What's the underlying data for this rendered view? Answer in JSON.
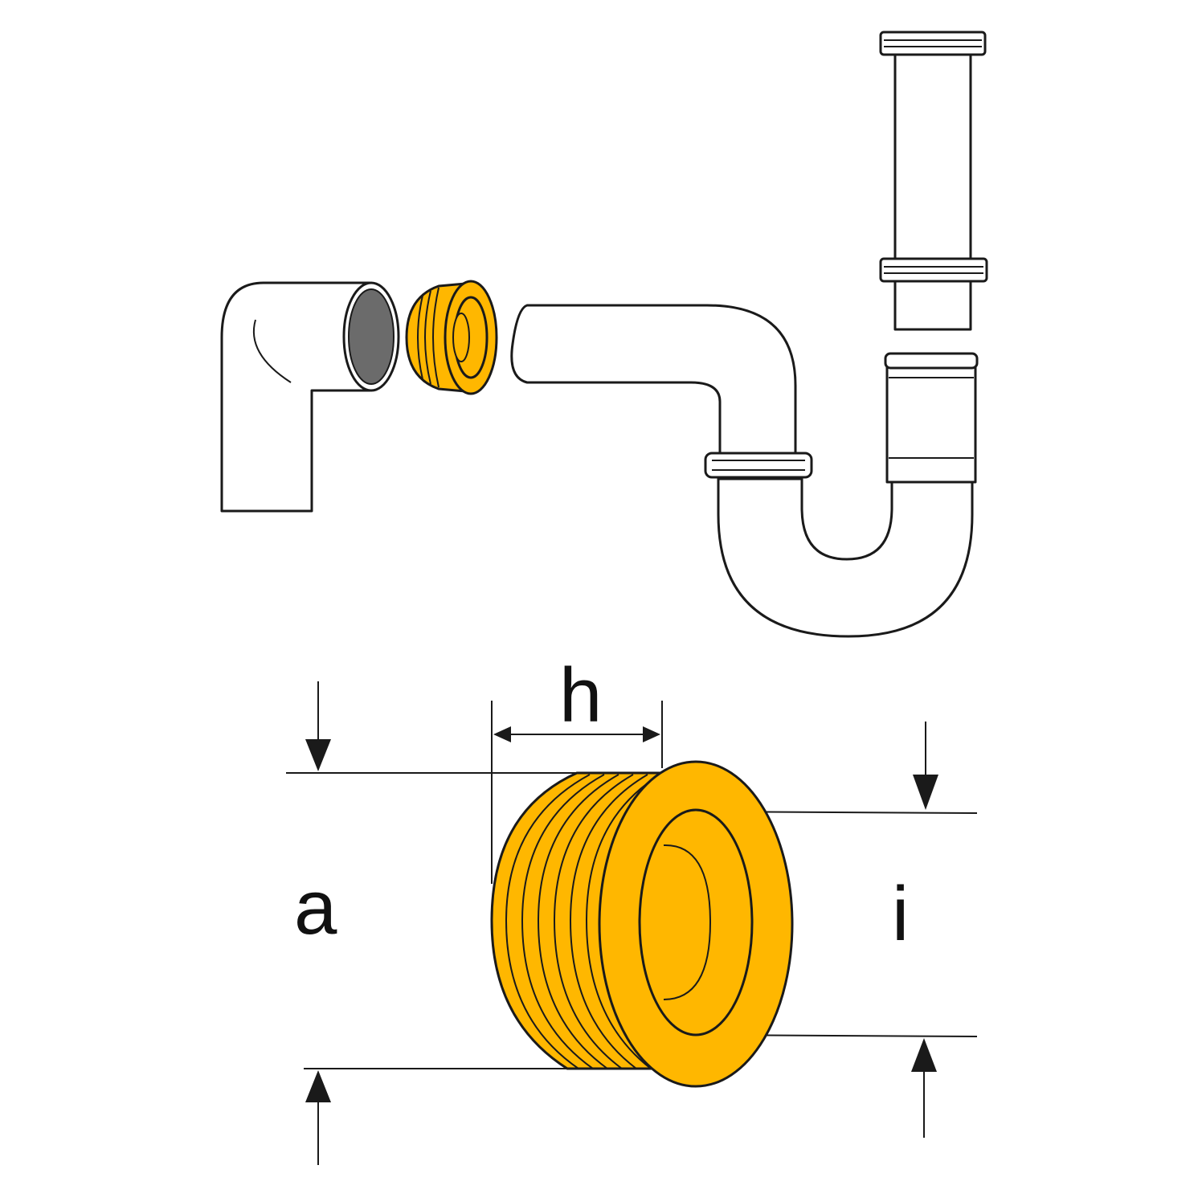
{
  "labels": {
    "height": "h",
    "outer_diameter": "a",
    "inner_diameter": "i"
  },
  "colors": {
    "accent": "#FFB700",
    "outline": "#1a1a1a",
    "socket_inner": "#6b6b6b",
    "background": "#ffffff"
  }
}
